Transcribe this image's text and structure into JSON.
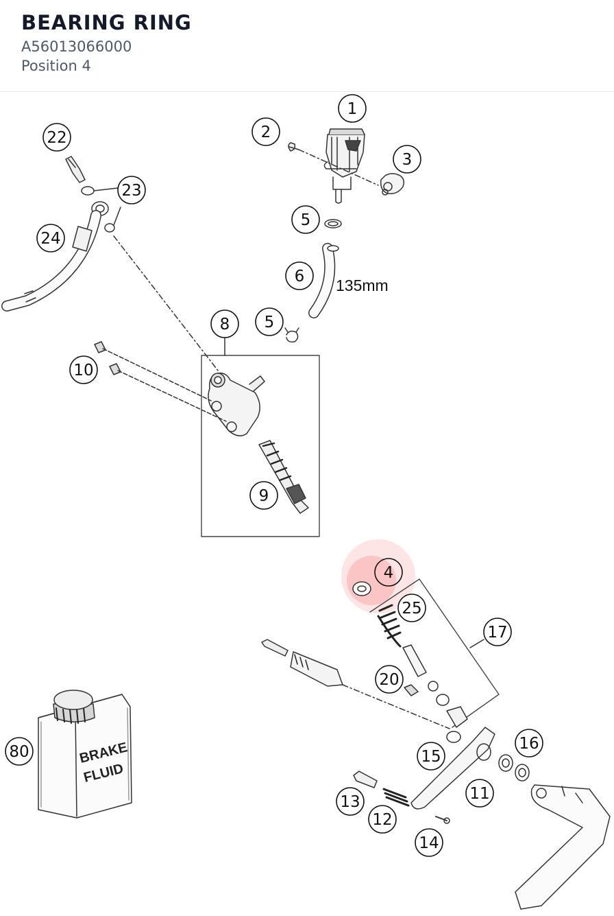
{
  "header": {
    "title": "BEARING RING",
    "part_number": "A56013066000",
    "position": "Position 4"
  },
  "diagram": {
    "highlight_color": "#f5888a",
    "callouts": [
      "1",
      "2",
      "3",
      "4",
      "5",
      "5",
      "6",
      "8",
      "9",
      "10",
      "11",
      "12",
      "13",
      "14",
      "15",
      "16",
      "17",
      "20",
      "22",
      "23",
      "24",
      "25",
      "80"
    ],
    "hose_length_label": "135mm",
    "bottle_label_line1": "BRAKE",
    "bottle_label_line2": "FLUID"
  }
}
